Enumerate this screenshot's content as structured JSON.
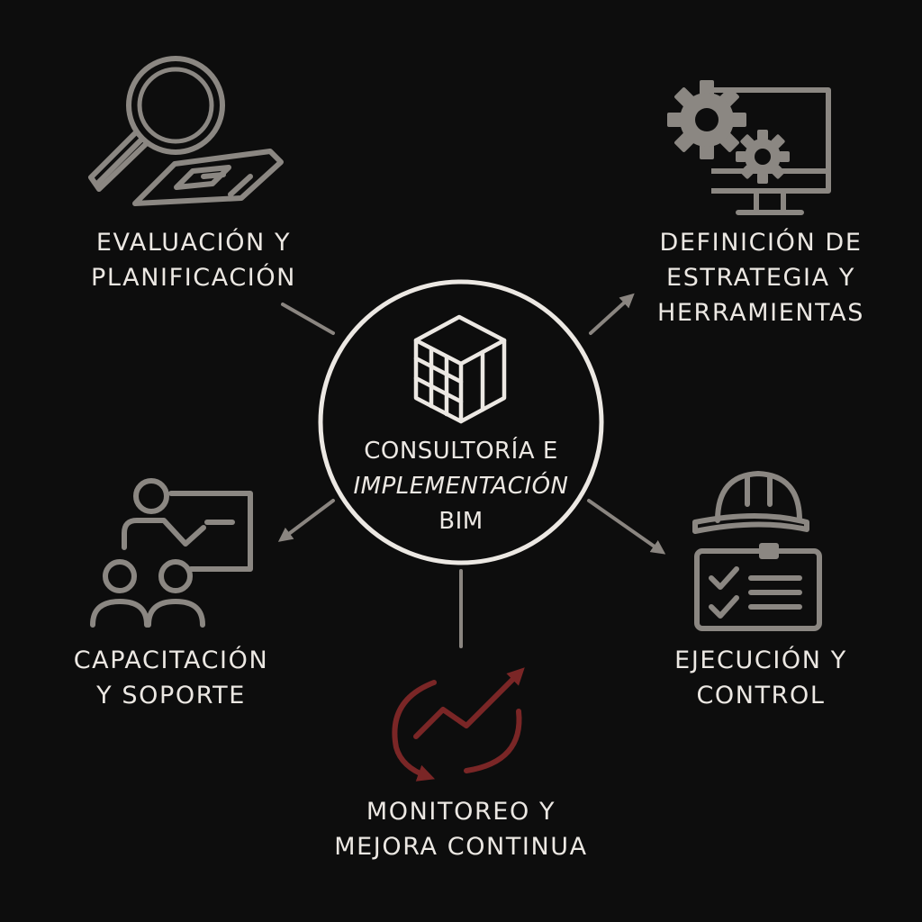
{
  "center": {
    "line1": "CONSULTORÍA E",
    "line2": "IMPLEMENTACIÓN",
    "line3": "BIM",
    "icon": "cube-icon"
  },
  "nodes": [
    {
      "id": "evaluacion",
      "lines": [
        "EVALUACIÓN Y",
        "PLANIFICACIÓN"
      ],
      "icon": "magnifier-blueprint-icon"
    },
    {
      "id": "definicion",
      "lines": [
        "DEFINICIÓN DE",
        "ESTRATEGIA Y",
        "HERRAMIENTAS"
      ],
      "icon": "gears-monitor-icon"
    },
    {
      "id": "capacitacion",
      "lines": [
        "CAPACITACIÓN",
        "Y SOPORTE"
      ],
      "icon": "training-presentation-icon"
    },
    {
      "id": "ejecucion",
      "lines": [
        "EJECUCIÓN Y",
        "CONTROL"
      ],
      "icon": "helmet-checklist-icon"
    },
    {
      "id": "monitoreo",
      "lines": [
        "MONITOREO Y",
        "MEJORA CONTINUA"
      ],
      "icon": "cycle-growth-icon"
    }
  ],
  "colors": {
    "background": "#0d0d0d",
    "icon_gray": "#8b8782",
    "connector_gray": "#8a8580",
    "accent_red": "#7a2626",
    "text": "#ece8e3",
    "circle_stroke": "#ece8e3"
  }
}
